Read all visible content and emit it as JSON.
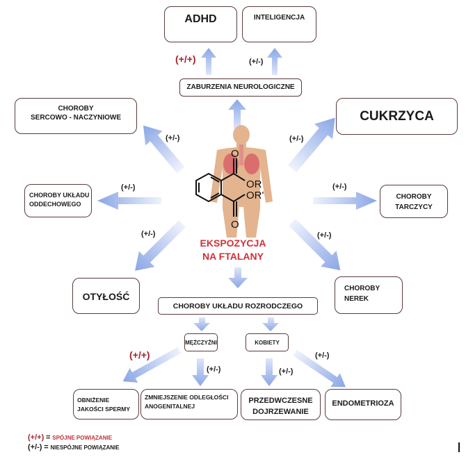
{
  "title": "Ekspozycja na ftalany — schemat skutków zdrowotnych",
  "center": {
    "label_line1": "EKSPOZYCJA",
    "label_line2": "NA FTALANY",
    "molecule_labels": {
      "o_top": "O",
      "or": "OR",
      "or_prime": "OR'",
      "o_bottom": "O"
    }
  },
  "nodes": {
    "adhd": "ADHD",
    "inteligencja": "INTELIGENCJA",
    "zaburzenia": "ZABURZENIA NEUROLOGICZNE",
    "sercowo_line1": "CHOROBY",
    "sercowo_line2": "SERCOWO - NACZYNIOWE",
    "cukrzyca": "CUKRZYCA",
    "oddech_line1": "CHOROBY UKŁADU",
    "oddech_line2": "ODDECHOWEGO",
    "tarczyca_line1": "CHOROBY",
    "tarczyca_line2": "TARCZYCY",
    "otylosc": "OTYŁOŚĆ",
    "nerki_line1": "CHOROBY",
    "nerki_line2": "NEREK",
    "rozrodczy": "CHOROBY UKŁADU ROZRODCZEGO",
    "mezczyzni": "MĘŻCZYŹNI",
    "kobiety": "KOBIETY",
    "sperma_line1": "OBNIŻENIE",
    "sperma_line2": "JAKOŚCI SPERMY",
    "anogen_line1": "ZMNIEJSZENIE ODLEGŁOŚCI",
    "anogen_line2": "ANOGENITALNEJ",
    "dojrz_line1": "PRZEDWCZESNE",
    "dojrz_line2": "DOJRZEWANIE",
    "endometrioza": "ENDOMETRIOZA"
  },
  "edge_labels": {
    "adhd": "(+/+)",
    "inteligencja": "(+/-)",
    "sercowo": "(+/-)",
    "cukrzyca": "(+/-)",
    "oddech": "(+/-)",
    "tarczyca": "(+/-)",
    "otylosc": "(+/-)",
    "nerki": "(+/-)",
    "sperma": "(+/+)",
    "anogen": "(+/-)",
    "dojrz": "(+/-)",
    "endometrioza": "(+/-)"
  },
  "legend": {
    "consistent_key": "(+/+)",
    "consistent_eq": "=",
    "consistent_text": "SPÓJNE POWIĄZANIE",
    "inconsistent_key": "(+/-)",
    "inconsistent_eq": "=",
    "inconsistent_text": "NIESPÓJNE POWIĄZANIE"
  },
  "colors": {
    "arrow": "#8aa6e6",
    "consistent": "#a0232a",
    "center_label": "#d0303a",
    "box_border": "#5a3a3a",
    "body": "#e3b48e",
    "lungs": "#d9626a"
  }
}
